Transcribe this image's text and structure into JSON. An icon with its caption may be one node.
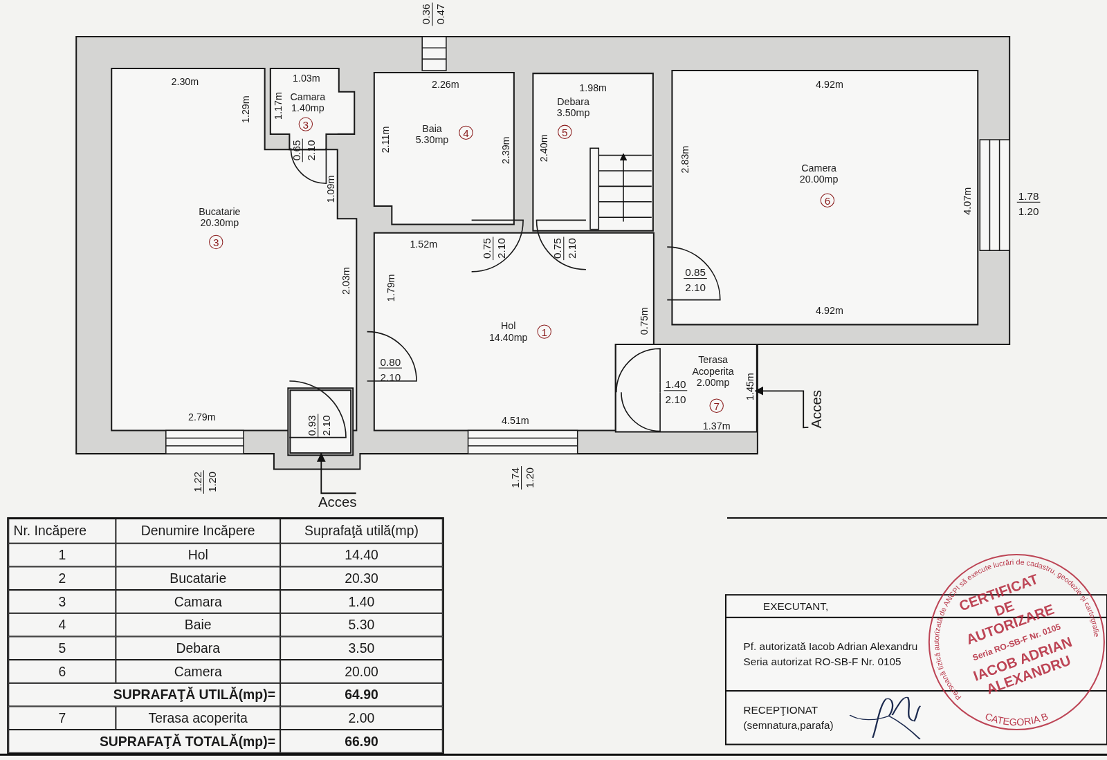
{
  "diagram": {
    "nodes": [
      {
        "text": [
          "Bucatarie 20.30mp",
          "3"
        ]
      },
      {
        "text": [
          "Camara 1.40mp",
          "3"
        ]
      },
      {
        "text": [
          "Baia 5.30mp",
          "4"
        ]
      },
      {
        "text": [
          "Debara 3.50mp",
          "5"
        ]
      },
      {
        "text": [
          "Camera 20.00mp",
          "6"
        ]
      },
      {
        "text": [
          "Hol 14.40mp",
          "1"
        ]
      },
      {
        "text": [
          "Terasa Acoperita 2.00mp",
          "7"
        ]
      },
      {
        "text": [
          "Acces"
        ]
      },
      {
        "text": [
          "Acces"
        ]
      },
      {
        "text": [],
        "shape": "box"
      }
    ],
    "edges": [
      {
        "from": 7,
        "to": 9,
        "arrow": "to"
      },
      {
        "from": 8,
        "to": 6,
        "arrow": "to"
      }
    ],
    "labels": [
      "0.36",
      "0.47",
      "2.30m",
      "1.03m",
      "2.26m",
      "1.98m",
      "4.92m",
      "1.29m",
      "1.17m",
      "0.65",
      "2.10",
      "2.11m",
      "2.39m",
      "2.40m",
      "2.83m",
      "1.09m",
      "4.07m",
      "1.78",
      "1.20",
      "1.52m",
      "0.75",
      "2.10",
      "0.75",
      "2.10",
      "2.03m",
      "1.79m",
      "0.75m",
      "0.85",
      "2.10",
      "4.92m",
      "0.80",
      "2.10",
      "1.40",
      "2.10",
      "1.45m",
      "2.79m",
      "0.93",
      "2.10",
      "4.51m",
      "1.37m",
      "1.22",
      "1.20",
      "1.74",
      "1.20",
      "Nr. Incăpere",
      "Denumire Incăpere",
      "Suprafaţă utilă(mp)",
      "1",
      "Hol",
      "14.40",
      "2",
      "Bucatarie",
      "20.30",
      "3",
      "Camara",
      "1.40",
      "4",
      "Baie",
      "5.30",
      "5",
      "Debara",
      "3.50",
      "6",
      "Camera",
      "20.00",
      "SUPRAFAŢĂ UTILĂ(mp)=",
      "64.90",
      "7",
      "Terasa acoperita",
      "2.00",
      "SUPRAFAŢĂ TOTALĂ(mp)=",
      "66.90",
      "EXECUTANT,",
      "Pf. autorizată Iacob Adrian Alexandru",
      "Seria autorizat RO-SB-F Nr. 0105",
      "RECEPŢIONAT",
      "(semnatura,parafa)",
      "Persoană fizică autorizată de ANCPI să execute lucrări de cadastru, geodezie și cartografie",
      "CERTIFICAT",
      "DE",
      "AUTORIZARE",
      "Seria RO-SB-F Nr. 0105",
      "IACOB ADRIAN",
      "ALEXANDRU",
      "CATEGORIA B"
    ]
  }
}
